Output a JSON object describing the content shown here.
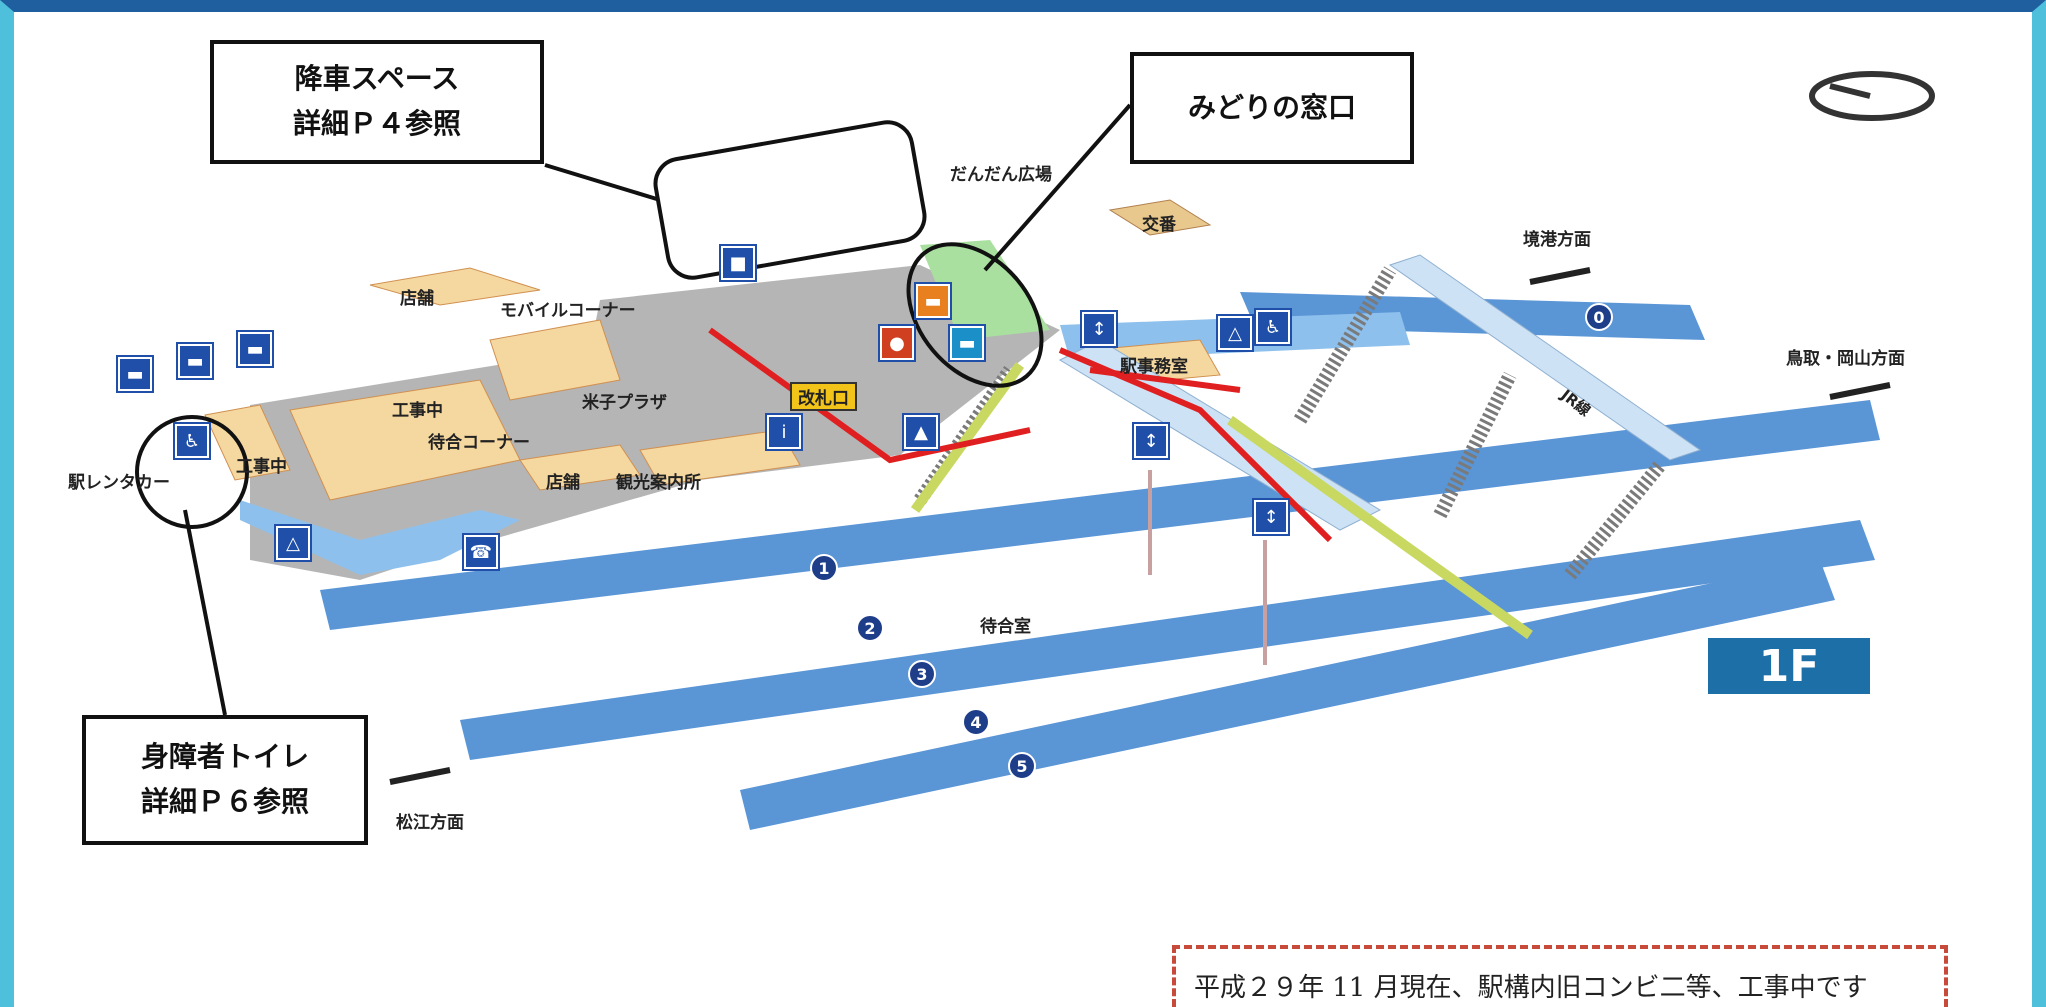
{
  "callouts": {
    "alighting_space": [
      "降車スペース",
      "詳細Ｐ４参照"
    ],
    "ticket_office": "みどりの窓口",
    "accessible_toilet": [
      "身障者トイレ",
      "詳細Ｐ６参照"
    ]
  },
  "floor": "1F",
  "directions": {
    "sakaiminato": "境港方面",
    "tottori_okayama": "鳥取・岡山方面",
    "matsue": "松江方面"
  },
  "labels": {
    "plaza": "だんだん広場",
    "koban": "交番",
    "store_top": "店舗",
    "mobile_corner": "モバイルコーナー",
    "ticket_gate": "改札口",
    "station_office": "駅事務室",
    "yonago_plaza": "米子プラザ",
    "construction_1": "工事中",
    "construction_2": "工事中",
    "waiting_corner": "待合コーナー",
    "store_bottom": "店舗",
    "tourist_info": "観光案内所",
    "rent_a_car": "駅レンタカー",
    "waiting_room": "待合室",
    "bridge": "JR線"
  },
  "platforms": [
    "0",
    "1",
    "2",
    "3",
    "4",
    "5"
  ],
  "notice": "平成２９年 11 月現在、駅構内旧コンビ二等、工事中です",
  "colors": {
    "frame_side": "#4fc0dc",
    "frame_top": "#1f5f9f",
    "platform": "#5a95d6",
    "concourse": "#b5b5b5",
    "shop": "#f5d8a0",
    "route": "#e02020",
    "midori": "#a9e0a0",
    "badge": "#1d6fa8"
  }
}
